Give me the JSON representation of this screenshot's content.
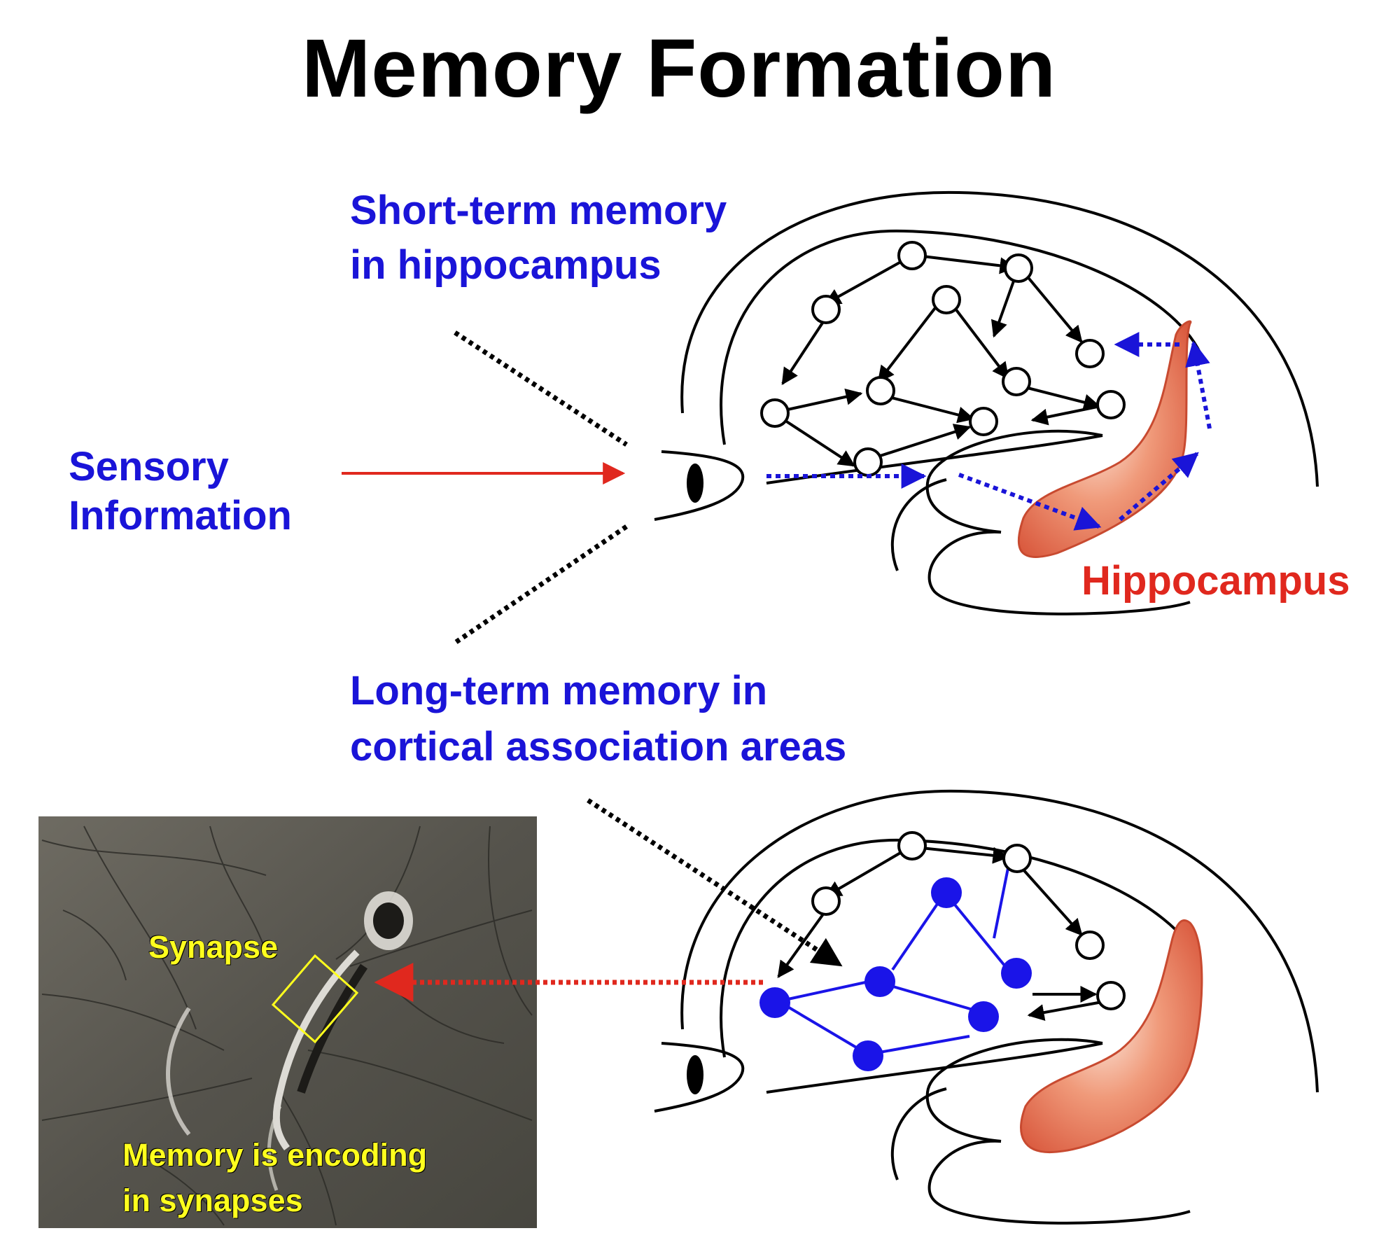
{
  "title": "Memory Formation",
  "labels": {
    "short_term_line1": "Short-term memory",
    "short_term_line2": "in hippocampus",
    "sensory_line1": "Sensory",
    "sensory_line2": "Information",
    "hippocampus": "Hippocampus",
    "long_term_line1": "Long-term memory in",
    "long_term_line2": "cortical association areas",
    "synapse": "Synapse",
    "encoding_line1": "Memory is encoding",
    "encoding_line2": "in synapses"
  },
  "colors": {
    "title": "#000000",
    "label_blue": "#1a14d8",
    "label_red": "#e0281e",
    "label_yellow": "#ffff1e",
    "arrow_red": "#e0281e",
    "arrow_blue": "#1a14d8",
    "hippocampus_fill": "#e8704e",
    "neuron_blue": "#1a14e8",
    "photo_bg": "#5a5850"
  }
}
